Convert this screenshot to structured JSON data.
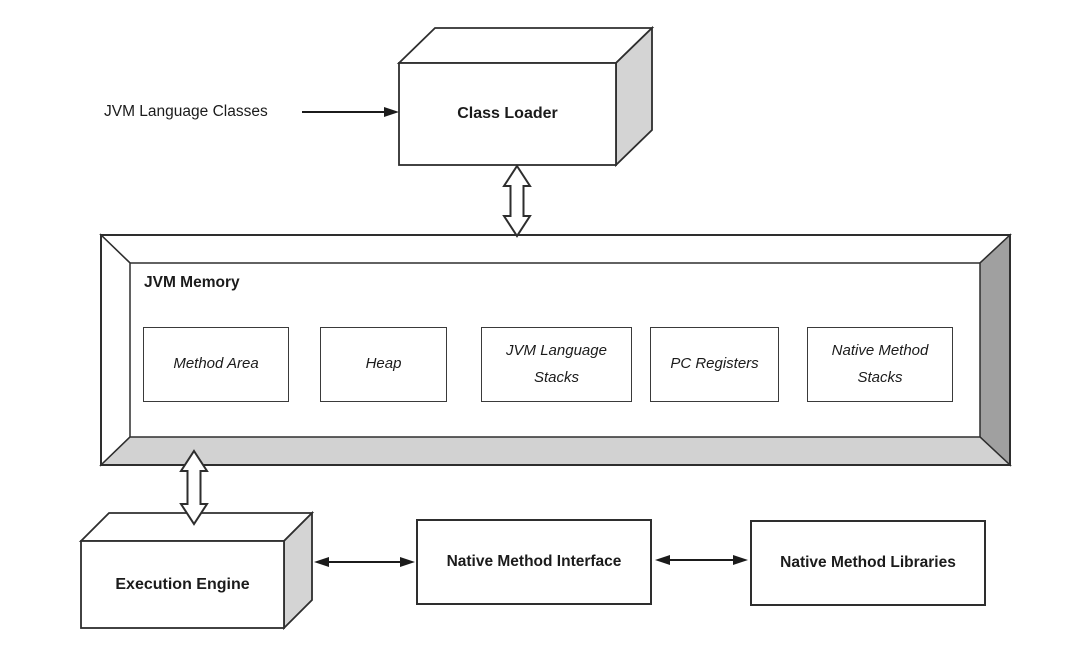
{
  "diagram": {
    "colors": {
      "stroke": "#2e2e2e",
      "text": "#1b1b1b",
      "face_white": "#ffffff",
      "face_light_gray": "#d4d4d4",
      "frame_right_gray": "#a0a0a0",
      "frame_bottom_gray": "#d2d2d2"
    },
    "nodes": {
      "jvm_language_classes": {
        "label": "JVM Language Classes"
      },
      "class_loader": {
        "label": "Class Loader"
      },
      "jvm_memory": {
        "label": "JVM Memory"
      },
      "method_area": {
        "label": "Method Area"
      },
      "heap": {
        "label": "Heap"
      },
      "jvm_language_stacks": {
        "label": "JVM Language Stacks"
      },
      "pc_registers": {
        "label": "PC Registers"
      },
      "native_method_stacks": {
        "label": "Native Method Stacks"
      },
      "execution_engine": {
        "label": "Execution Engine"
      },
      "native_method_interface": {
        "label": "Native Method Interface"
      },
      "native_method_libraries": {
        "label": "Native Method Libraries"
      }
    },
    "connections": [
      {
        "from": "jvm_language_classes",
        "to": "class_loader",
        "style": "single-arrow-right"
      },
      {
        "from": "class_loader",
        "to": "jvm_memory",
        "style": "hollow-double-arrow-vertical"
      },
      {
        "from": "jvm_memory",
        "to": "execution_engine",
        "style": "hollow-double-arrow-vertical"
      },
      {
        "from": "execution_engine",
        "to": "native_method_interface",
        "style": "solid-double-arrow-horizontal"
      },
      {
        "from": "native_method_interface",
        "to": "native_method_libraries",
        "style": "solid-double-arrow-horizontal"
      }
    ]
  }
}
